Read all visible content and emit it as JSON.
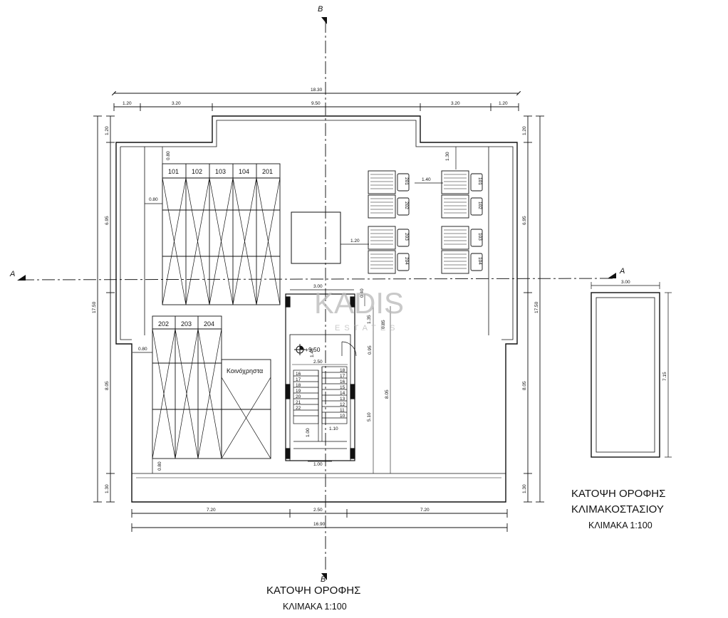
{
  "section_marks": {
    "b_top": "B",
    "b_bottom": "B",
    "a_left": "A",
    "a_right": "A"
  },
  "dimensions": {
    "top_total": "18.30",
    "top_segments": [
      "1.20",
      "3.20",
      "9.50",
      "3.20",
      "1.20"
    ],
    "left_outer_total": "17.50",
    "left_segments": [
      "1.20",
      "6.95",
      "8.05",
      "1.30"
    ],
    "right_outer_total": "17.50",
    "right_segments": [
      "1.20",
      "6.95",
      "8.05",
      "1.30"
    ],
    "bottom_segments": [
      "7.20",
      "2.50",
      "7.20"
    ],
    "bottom_total": "16.90",
    "inner": {
      "d080_top": "0.80",
      "d080_left": "0.80",
      "d080_lower": "0.80",
      "d080_bottom": "0.80",
      "d130": "1.30",
      "d140": "1.40",
      "d120": "1.20",
      "stair_width": "3.00",
      "d040": "0.40",
      "d135": "1.35",
      "d085": "0.85",
      "d095": "0.95",
      "d146": "1.46",
      "d250": "2.50",
      "d805_inner": "8.05",
      "d510": "5.10",
      "d110": "1.10",
      "d100": "1.00",
      "d100b": "1.00"
    },
    "stair_roof_width": "3.00",
    "stair_roof_height": "7.15"
  },
  "elevation": "+9.50",
  "areas": {
    "upper_cells": [
      "101",
      "102",
      "103",
      "104",
      "201"
    ],
    "lower_cells": [
      "202",
      "203",
      "204"
    ],
    "common": "Κοινόχρηστα"
  },
  "tanks": {
    "left_labels": [
      "201",
      "202",
      "203",
      "204"
    ],
    "right_labels": [
      "101",
      "102",
      "103",
      "104"
    ]
  },
  "stair_steps": {
    "left": [
      "16",
      "17",
      "18",
      "19",
      "20",
      "21",
      "22"
    ],
    "right": [
      "18",
      "17",
      "16",
      "15",
      "14",
      "13",
      "12",
      "11",
      "10"
    ]
  },
  "titles": {
    "main_line1": "ΚΑΤΟΨΗ ΟΡΟΦΗΣ",
    "main_line2": "ΚΛΙΜΑΚΑ 1:100",
    "stair_line1": "ΚΑΤΟΨΗ ΟΡΟΦΗΣ",
    "stair_line2": "ΚΛΙΜΑΚΟΣΤΑΣΙΟΥ",
    "stair_line3": "ΚΛΙΜΑΚΑ 1:100"
  },
  "watermark": {
    "line1": "KADIS",
    "line2": "ESTATES"
  }
}
